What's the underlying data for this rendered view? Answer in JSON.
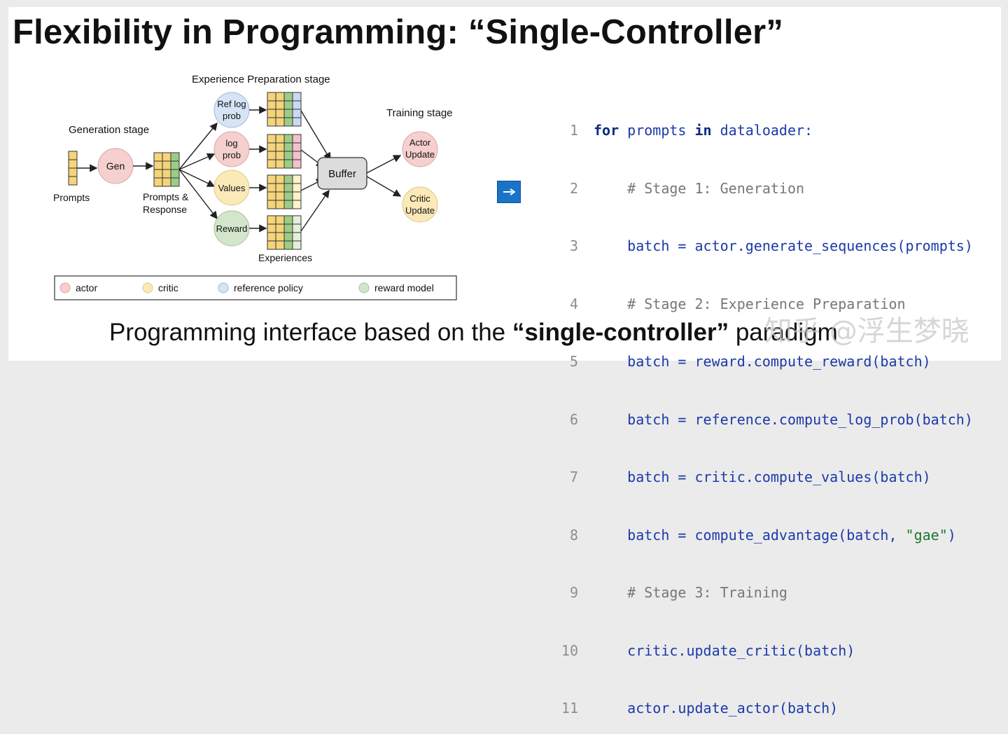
{
  "title": "Flexibility in Programming: “Single-Controller”",
  "diagram": {
    "stages": {
      "generation": "Generation stage",
      "experience": "Experience Preparation stage",
      "training": "Training stage"
    },
    "labels": {
      "prompts": "Prompts",
      "prompts_response_1": "Prompts &",
      "prompts_response_2": "Response",
      "experiences": "Experiences"
    },
    "nodes": {
      "gen": "Gen",
      "ref_log_prob_1": "Ref log",
      "ref_log_prob_2": "prob",
      "log_prob_1": "log",
      "log_prob_2": "prob",
      "values": "Values",
      "reward": "Reward",
      "buffer": "Buffer",
      "actor_update_1": "Actor",
      "actor_update_2": "Update",
      "critic_update_1": "Critic",
      "critic_update_2": "Update"
    },
    "legend": {
      "actor": "actor",
      "critic": "critic",
      "reference_policy": "reference policy",
      "reward_model": "reward model"
    },
    "colors": {
      "actor": "#f6cfcf",
      "critic": "#fbe9b8",
      "reference": "#d6e4f6",
      "reward": "#d3e6cc",
      "grid_yellow": "#f5d47a",
      "grid_green": "#9ccc86",
      "grid_blue": "#c9d9f2",
      "grid_pink": "#f3c1cd",
      "buffer": "#dcdcdc"
    }
  },
  "arrow_icon": "right-arrow-icon",
  "code": {
    "line_numbers": [
      "1",
      "2",
      "3",
      "4",
      "5",
      "6",
      "7",
      "8",
      "9",
      "10",
      "11"
    ],
    "lines": [
      {
        "indent": "",
        "kw": "for",
        "mid": " prompts ",
        "kw2": "in",
        "rest": " dataloader:"
      },
      {
        "indent": "    ",
        "comment": "# Stage 1: Generation"
      },
      {
        "indent": "    ",
        "text": "batch = actor.generate_sequences(prompts)"
      },
      {
        "indent": "    ",
        "comment": "# Stage 2: Experience Preparation"
      },
      {
        "indent": "    ",
        "text": "batch = reward.compute_reward(batch)"
      },
      {
        "indent": "    ",
        "text": "batch = reference.compute_log_prob(batch)"
      },
      {
        "indent": "    ",
        "text": "batch = critic.compute_values(batch)"
      },
      {
        "indent": "    ",
        "text": "batch = compute_advantage(batch, ",
        "str": "\"gae\"",
        "after": ")"
      },
      {
        "indent": "    ",
        "comment": "# Stage 3: Training"
      },
      {
        "indent": "    ",
        "text": "critic.update_critic(batch)"
      },
      {
        "indent": "    ",
        "text": "actor.update_actor(batch)"
      }
    ]
  },
  "caption": {
    "before": "Programming interface based on the ",
    "bold": "“single-controller”",
    "after": " paradigm"
  },
  "watermark": "知乎 @浮生梦晓"
}
